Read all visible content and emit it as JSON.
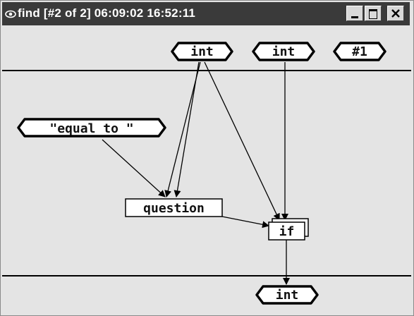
{
  "window": {
    "title": "find [#2 of 2]  06:09:02 16:52:11",
    "app_icon": "eye-icon",
    "buttons": {
      "minimize": "minimize-icon",
      "maximize": "maximize-icon",
      "close": "close-icon"
    }
  },
  "graph": {
    "inputs": {
      "int1": "int",
      "int2": "int",
      "hash1": "#1"
    },
    "constant": "\"equal to \"",
    "question": "question",
    "if_node": "if",
    "output": "int"
  },
  "colors": {
    "titlebar": "#3a3a3a",
    "canvas": "#e4e4e4",
    "node_fill": "#ffffff",
    "stroke": "#000000"
  }
}
